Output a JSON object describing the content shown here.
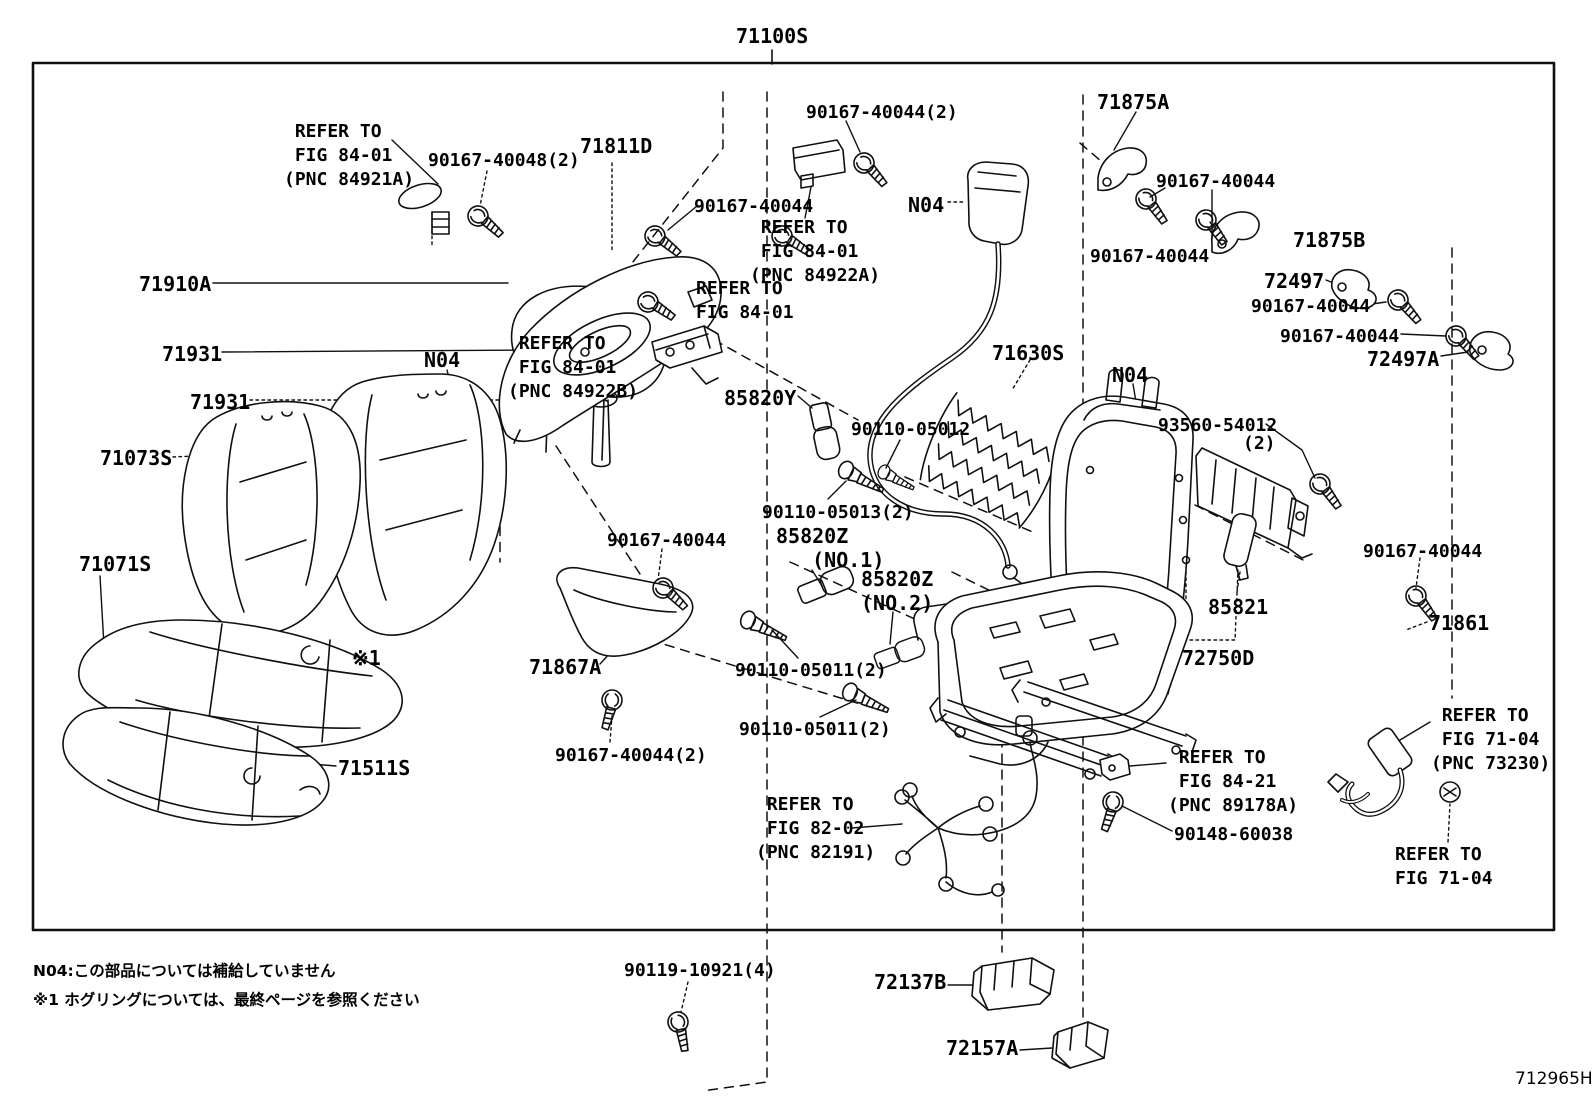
{
  "diagram": {
    "figure_title": "71100S",
    "sheet_code": "712965H"
  },
  "notes": {
    "n04": "N04:この部品については補給していません",
    "rem1": "※1 ホグリングについては、最終ページを参照ください"
  },
  "labels": {
    "title": "71100S",
    "ref_84921a": " REFER TO\n FIG 84-01\n(PNC 84921A)",
    "s40048": "90167-40048(2)",
    "p71811d": "71811D",
    "s40044_x2_top": "90167-40044(2)",
    "s40044_shield": "90167-40044",
    "ref_84922a": " REFER TO\n FIG 84-01\n(PNC 84922A)",
    "ref_8401": "REFER TO\nFIG 84-01",
    "p71875a": "71875A",
    "s40044_r1": "90167-40044",
    "s40044_r2": "90167-40044",
    "p71875b": "71875B",
    "p72497": "72497",
    "s40044_r3": "90167-40044",
    "s40044_r4": "90167-40044",
    "p72497a": "72497A",
    "p71910a": "71910A",
    "p71931_1": "71931",
    "p71931_2": "71931",
    "n04_back": "N04",
    "p71073s": "71073S",
    "p71071s": "71071S",
    "rem1_mark": "※1",
    "p71511s": "71511S",
    "ref_84922b": " REFER TO\n FIG 84-01\n(PNC 84922B)",
    "p85820y": "85820Y",
    "s05012": "90110-05012",
    "s05013": "90110-05013(2)",
    "p85820z1": "85820Z\n   (NO.1)",
    "p85820z2": "85820Z\n(NO.2)",
    "s40044_arm": "90167-40044",
    "p71867a": "71867A",
    "s05011_1": "90110-05011(2)",
    "s05011_2": "90110-05011(2)",
    "s40044_arm2": "90167-40044(2)",
    "p71630s": "71630S",
    "n04_cable": "N04",
    "n04_frame": "N04",
    "p93560": "93560-54012",
    "p93560_qty": "(2)",
    "p85821": "85821",
    "p72750d": "72750D",
    "s40044_knob": "90167-40044",
    "p71861": "71861",
    "ref_8421": " REFER TO\n FIG 84-21\n(PNC 89178A)",
    "s60038": "90148-60038",
    "ref_7104a": " REFER TO\n FIG 71-04\n(PNC 73230)",
    "ref_7104b": "REFER TO\nFIG 71-04",
    "ref_8202": " REFER TO\n FIG 82-02\n(PNC 82191)",
    "s10921": "90119-10921(4)",
    "p72137b": "72137B",
    "p72157a": "72157A"
  }
}
